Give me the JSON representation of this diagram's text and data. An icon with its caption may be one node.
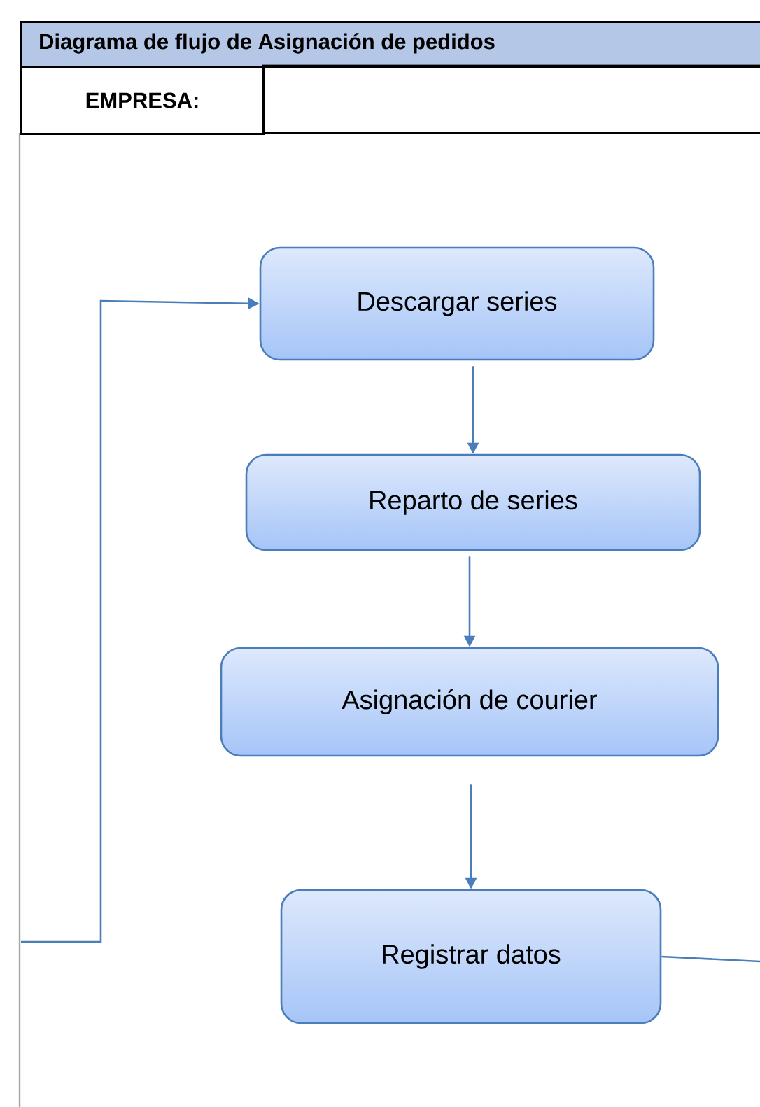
{
  "diagram": {
    "title": "Diagrama de flujo de Asignación de pedidos",
    "nodes": [
      {
        "text": [
          "Descargar series"
        ]
      },
      {
        "text": [
          "Reparto  de series"
        ]
      },
      {
        "text": [
          "Asignación de courier"
        ]
      },
      {
        "text": [
          "Registrar datos"
        ]
      }
    ],
    "edges": [
      {
        "from": null,
        "to": 0,
        "arrow": "to"
      },
      {
        "from": 0,
        "to": 1,
        "arrow": "to"
      },
      {
        "from": 1,
        "to": 2,
        "arrow": "to"
      },
      {
        "from": 2,
        "to": 3,
        "arrow": "to"
      },
      {
        "from": 3,
        "to": null,
        "arrow": "none"
      }
    ],
    "labels": [
      "EMPRESA:"
    ]
  }
}
